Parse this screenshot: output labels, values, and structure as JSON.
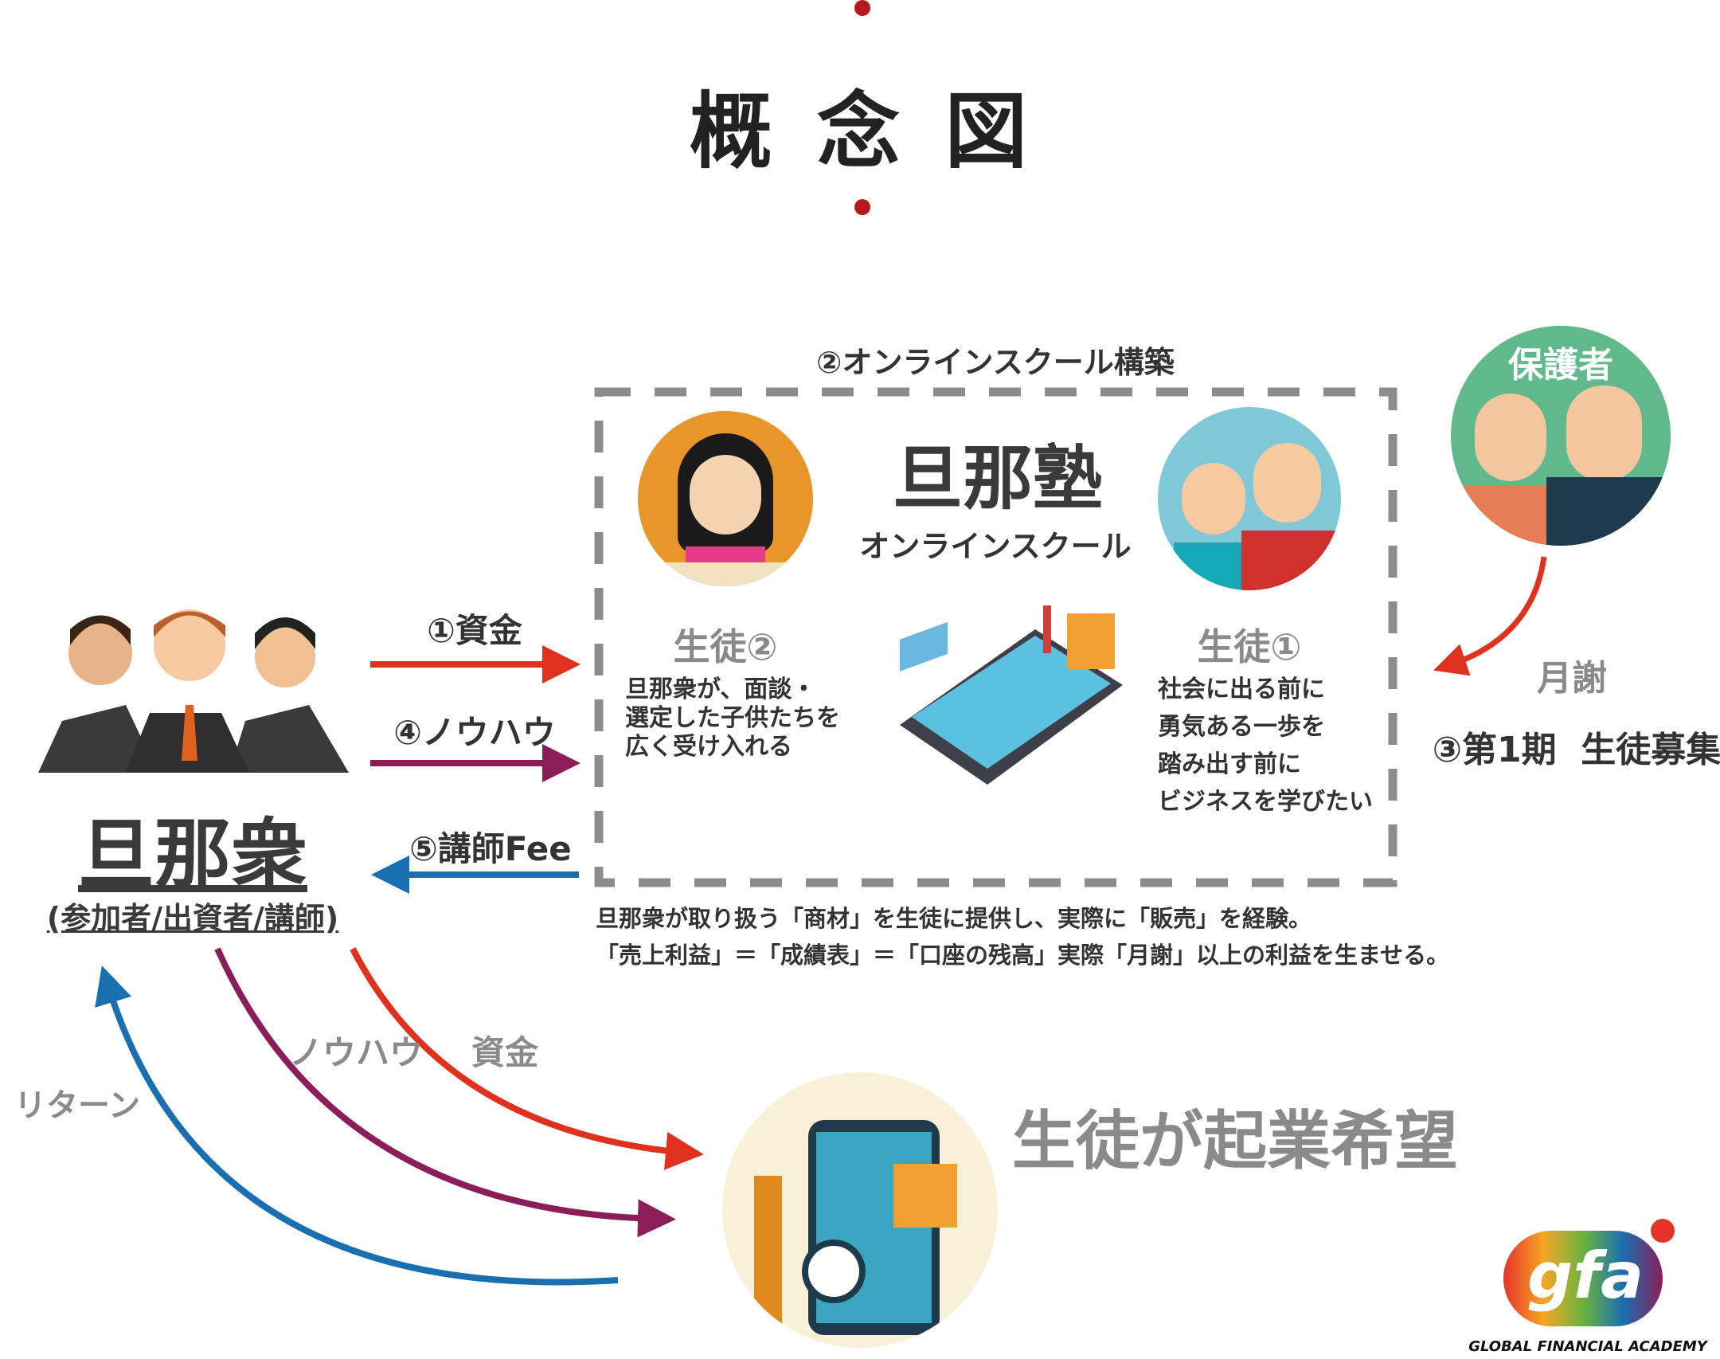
{
  "title": "概 念 図",
  "school_build": "②オンラインスクール構築",
  "school_name": "旦那塾",
  "school_sub": "オンラインスクール",
  "student2": {
    "label": "生徒②",
    "lines": [
      "旦那衆が、面談・",
      "選定した子供たちを",
      "広く受け入れる"
    ]
  },
  "student1": {
    "label": "生徒①",
    "lines": [
      "社会に出る前に",
      "勇気ある一歩を",
      "踏み出す前に",
      "ビジネスを学びたい"
    ]
  },
  "guardian": {
    "label": "保護者",
    "fee": "月謝",
    "recruit": "③第1期  生徒募集"
  },
  "danna": {
    "title": "旦那衆",
    "sub": "(参加者/出資者/講師)"
  },
  "arrows": {
    "funds": "①資金",
    "knowhow": "④ノウハウ",
    "fee": "⑤講師Fee"
  },
  "summary": [
    "旦那衆が取り扱う「商材」を生徒に提供し、実際に「販売」を経験。",
    "「売上利益」＝「成績表」＝「口座の残高」実際「月謝」以上の利益を生ませる。"
  ],
  "curves": {
    "knowhow": "ノウハウ",
    "funds": "資金",
    "return": "リターン"
  },
  "startup": "生徒が起業希望",
  "logo": {
    "mark": "gfa",
    "text": "GLOBAL FINANCIAL ACADEMY"
  },
  "colors": {
    "red": "#e0301e",
    "purple": "#8b1d5a",
    "blue": "#1a6fb0",
    "gray": "#8a8a8a",
    "accent_dot": "#b5191c"
  }
}
